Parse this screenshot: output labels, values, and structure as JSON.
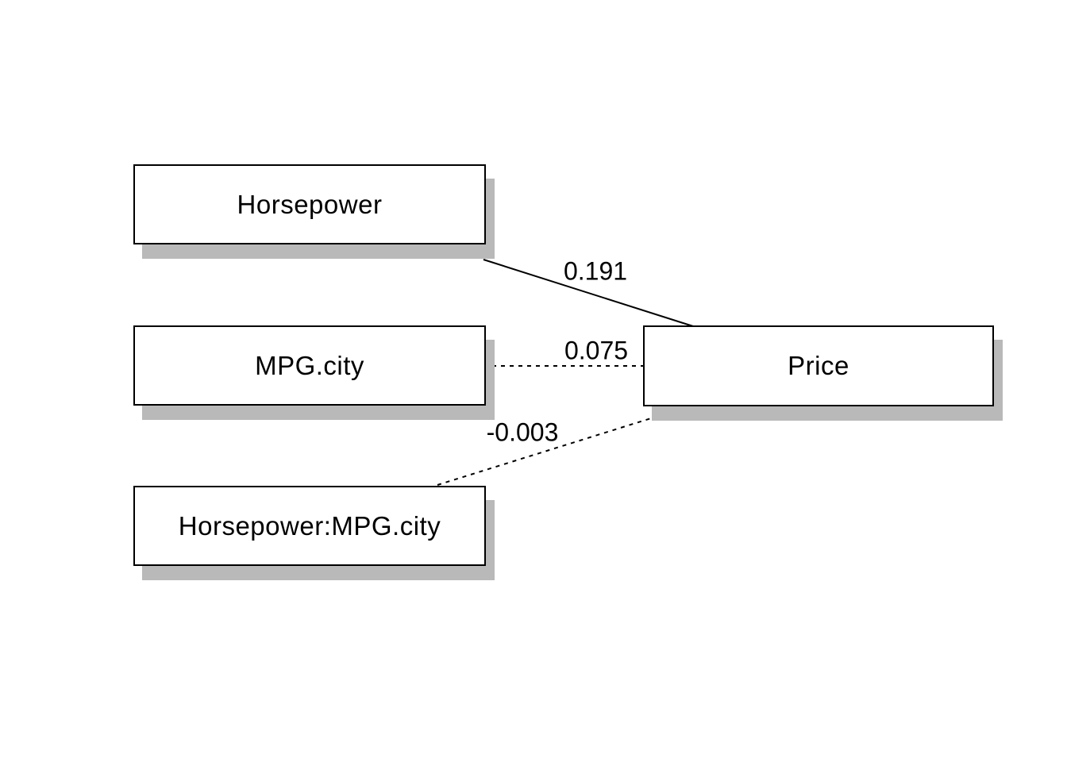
{
  "diagram": {
    "type": "path-diagram",
    "nodes": [
      {
        "id": "horsepower",
        "label": "Horsepower"
      },
      {
        "id": "mpg-city",
        "label": "MPG.city"
      },
      {
        "id": "interaction",
        "label": "Horsepower:MPG.city"
      },
      {
        "id": "price",
        "label": "Price"
      }
    ],
    "edges": [
      {
        "from": "Horsepower",
        "to": "Price",
        "label": "0.191",
        "line_style": "solid"
      },
      {
        "from": "MPG.city",
        "to": "Price",
        "label": "0.075",
        "line_style": "dotted"
      },
      {
        "from": "Horsepower:MPG.city",
        "to": "Price",
        "label": "-0.003",
        "line_style": "dotted"
      }
    ],
    "colors": {
      "box_fill": "#ffffff",
      "box_border": "#000000",
      "shadow": "#b9b9b9",
      "line": "#000000",
      "text": "#000000",
      "background": "#ffffff"
    }
  }
}
